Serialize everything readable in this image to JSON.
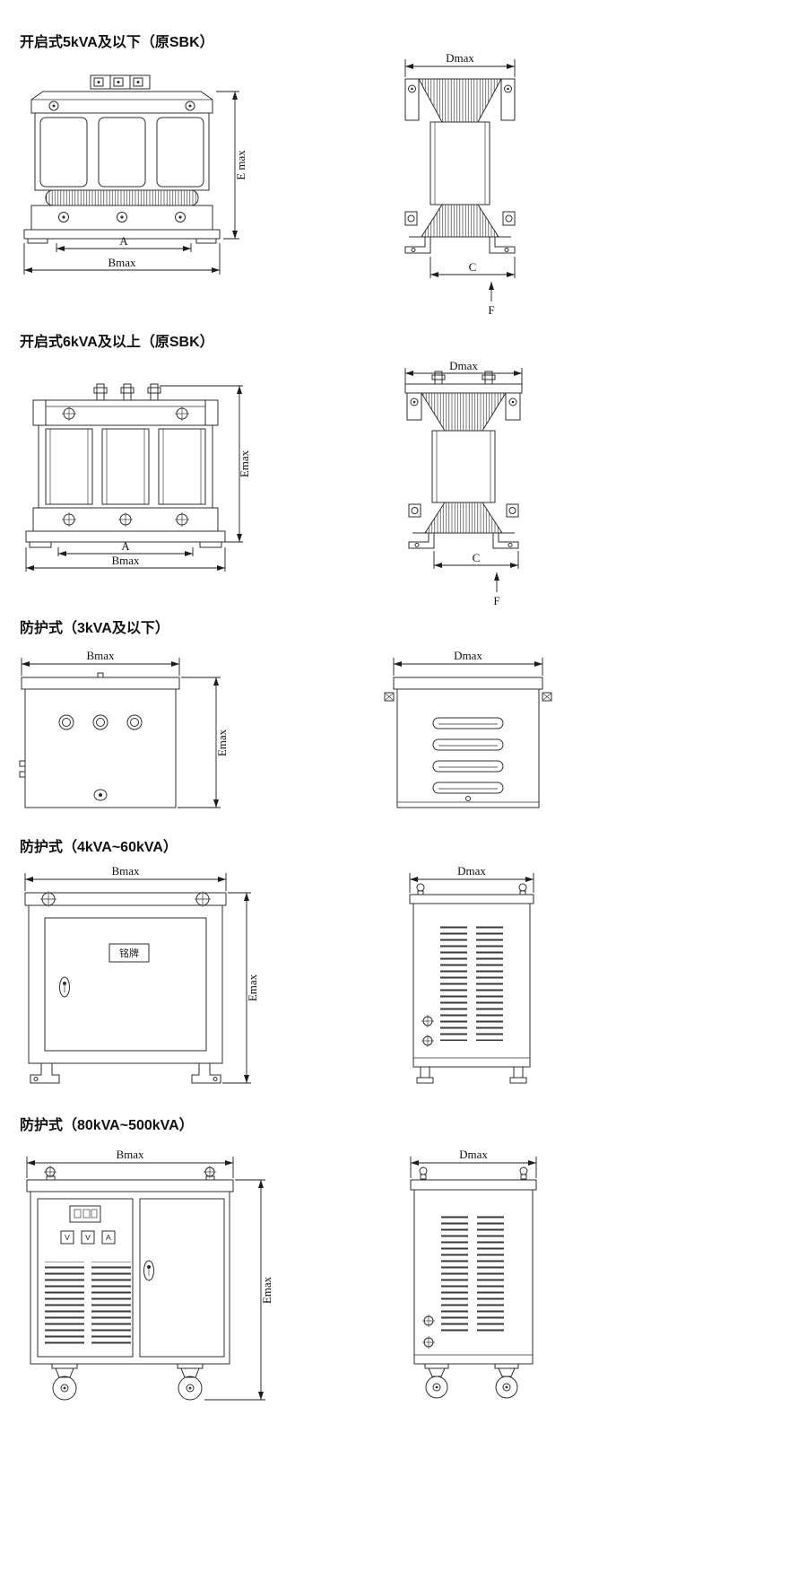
{
  "page": {
    "background": "#ffffff",
    "line_color": "#2e2e2e"
  },
  "sections": [
    {
      "title": "开启式5kVA及以下（原SBK）",
      "front": {
        "height": "E max",
        "inner_width": "A",
        "width": "Bmax"
      },
      "side": {
        "depth": "Dmax",
        "foot_depth": "C",
        "force": "F"
      }
    },
    {
      "title": "开启式6kVA及以上（原SBK）",
      "front": {
        "height": "Emax",
        "inner_width": "A",
        "width": "Bmax"
      },
      "side": {
        "depth": "Dmax",
        "foot_depth": "C",
        "force": "F"
      }
    },
    {
      "title": "防护式（3kVA及以下）",
      "front": {
        "width": "Bmax",
        "height": "Emax"
      },
      "side": {
        "depth": "Dmax"
      }
    },
    {
      "title": "防护式（4kVA~60kVA）",
      "front": {
        "width": "Bmax",
        "height": "Emax",
        "nameplate": "铭牌"
      },
      "side": {
        "depth": "Dmax"
      }
    },
    {
      "title": "防护式（80kVA~500kVA）",
      "front": {
        "width": "Bmax",
        "height": "Emax",
        "meters": [
          "V",
          "V",
          "A"
        ]
      },
      "side": {
        "depth": "Dmax"
      }
    }
  ]
}
